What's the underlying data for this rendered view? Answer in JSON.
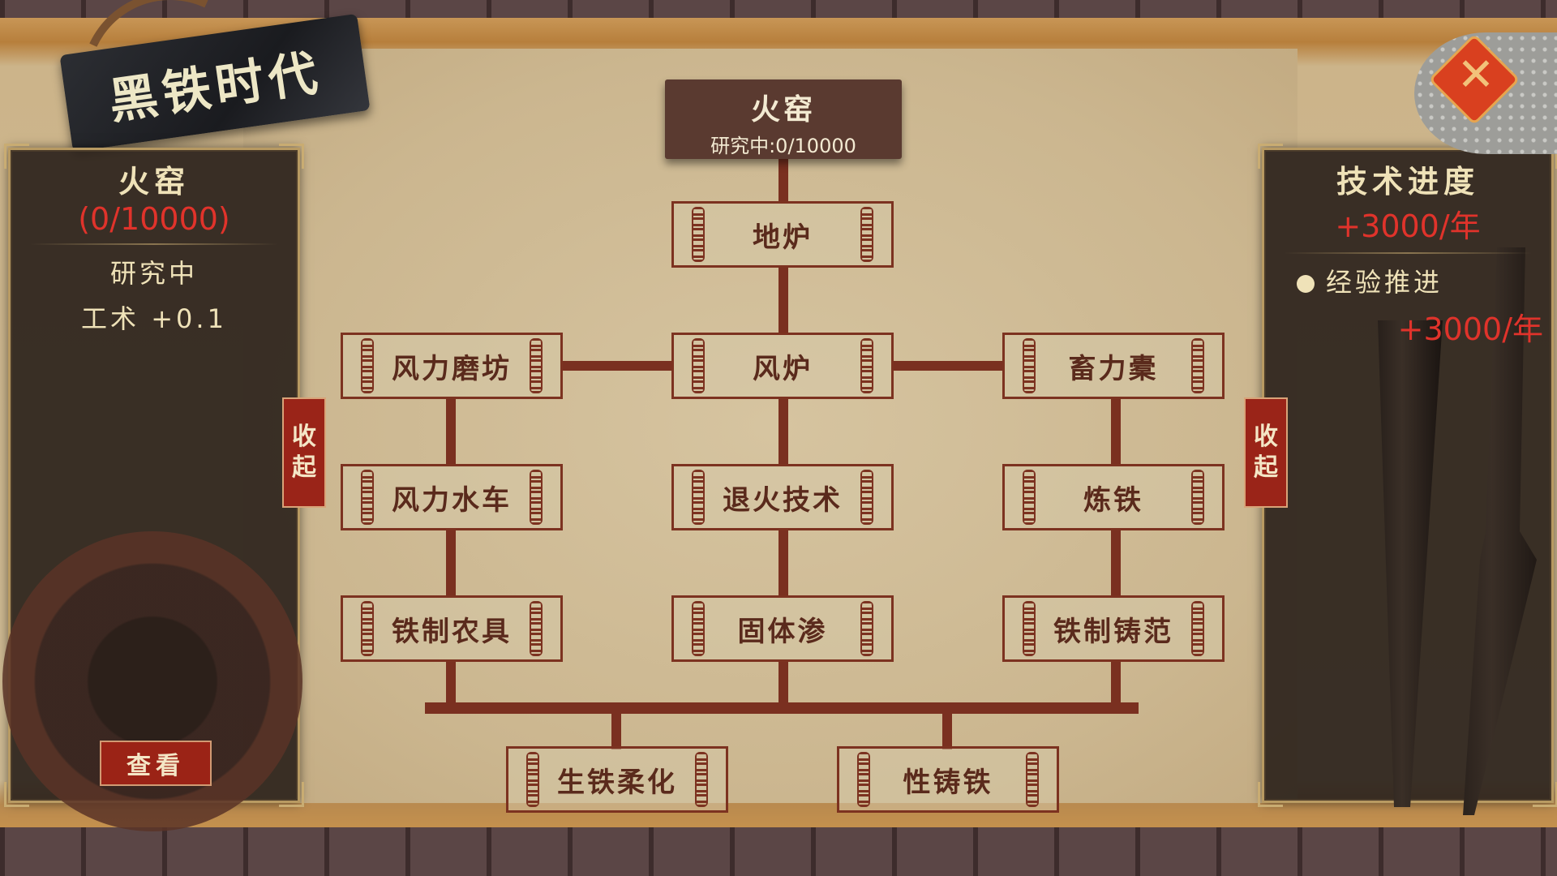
{
  "header": {
    "era_title": "黑铁时代",
    "close_icon": "close-x-icon"
  },
  "left_panel": {
    "tech_name": "火窑",
    "progress": "(0/10000)",
    "status": "研究中",
    "bonus": "工术 +0.1",
    "view_button": "查看",
    "collapse_button": [
      "收",
      "起"
    ]
  },
  "right_panel": {
    "title": "技术进度",
    "total_rate": "+3000/年",
    "source_label": "经验推进",
    "source_rate": "+3000/年",
    "collapse_button": [
      "收",
      "起"
    ]
  },
  "tech_tree": {
    "root": {
      "name": "火窑",
      "status": "研究中:0/10000"
    },
    "nodes": [
      {
        "id": "dilu",
        "name": "地炉"
      },
      {
        "id": "fenglimofang",
        "name": "风力磨坊"
      },
      {
        "id": "fenglu",
        "name": "风炉"
      },
      {
        "id": "xulituo",
        "name": "畜力橐"
      },
      {
        "id": "fenglishuiche",
        "name": "风力水车"
      },
      {
        "id": "tuihuojishu",
        "name": "退火技术"
      },
      {
        "id": "liantie",
        "name": "炼铁"
      },
      {
        "id": "tiezhinongju",
        "name": "铁制农具"
      },
      {
        "id": "gutishen",
        "name": "固体渗"
      },
      {
        "id": "tiezhizhufan",
        "name": "铁制铸范"
      },
      {
        "id": "shengtierouhua",
        "name": "生铁柔化"
      },
      {
        "id": "xingzhutie",
        "name": "性铸铁"
      }
    ]
  },
  "colors": {
    "accent_red": "#e0332b",
    "node_border": "#7c3220",
    "panel_text": "#efe2b8",
    "button_red": "#9b2316"
  }
}
